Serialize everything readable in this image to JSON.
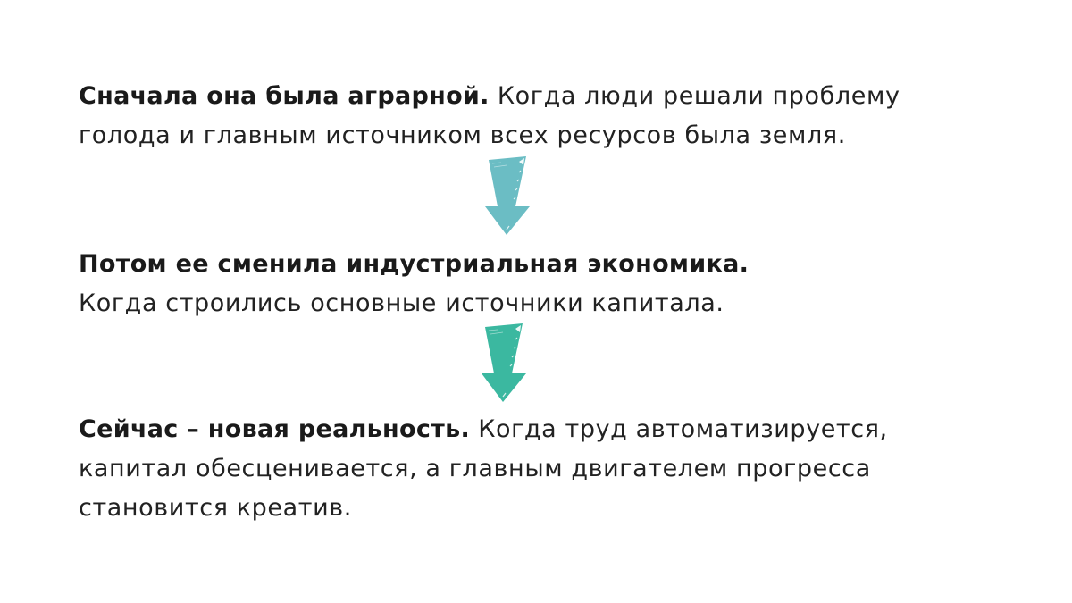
{
  "slide": {
    "blocks": [
      {
        "lead": "Сначала она была аграрной.",
        "line1_rest": " Когда люди решали проблему",
        "line2": "голода и главным источником всех ресурсов была земля."
      },
      {
        "lead": "Потом ее сменила индустриальная экономика.",
        "line2": "Когда строились основные источники капитала."
      },
      {
        "lead": "Сейчас – новая реальность.",
        "line1_rest": " Когда труд автоматизируется,",
        "line2": "капитал обесценивается, а главным двигателем прогресса",
        "line3": "становится креатив."
      }
    ],
    "arrows": [
      {
        "icon": "arrow-down-icon",
        "color": "#6bbdc4",
        "highlight": "#8fd0d3"
      },
      {
        "icon": "arrow-down-icon",
        "color": "#3bb8a0",
        "highlight": "#62c9b3"
      }
    ]
  }
}
